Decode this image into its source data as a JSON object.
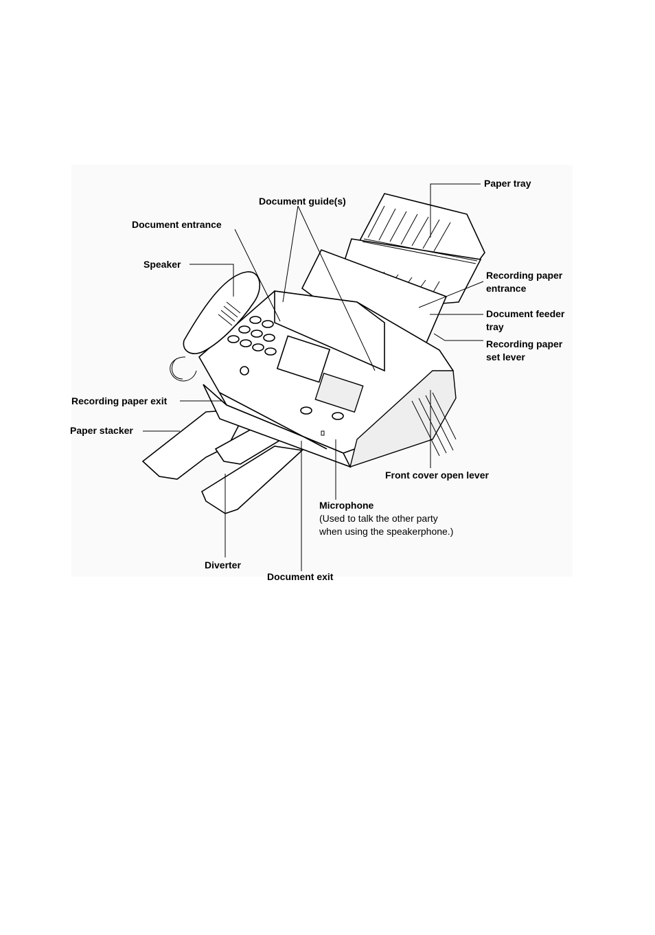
{
  "labels": {
    "paper_tray": "Paper tray",
    "document_guides": "Document guide(s)",
    "document_entrance": "Document entrance",
    "speaker": "Speaker",
    "recording_paper_entrance_1": "Recording paper",
    "recording_paper_entrance_2": "entrance",
    "document_feeder_tray_1": "Document feeder",
    "document_feeder_tray_2": "tray",
    "recording_paper_set_lever_1": "Recording paper",
    "recording_paper_set_lever_2": "set lever",
    "recording_paper_exit": "Recording paper exit",
    "paper_stacker": "Paper stacker",
    "front_cover_open_lever": "Front cover open lever",
    "microphone": "Microphone",
    "microphone_note_1": "(Used to talk the other party",
    "microphone_note_2": "when using the speakerphone.)",
    "diverter": "Diverter",
    "document_exit": "Document exit"
  }
}
